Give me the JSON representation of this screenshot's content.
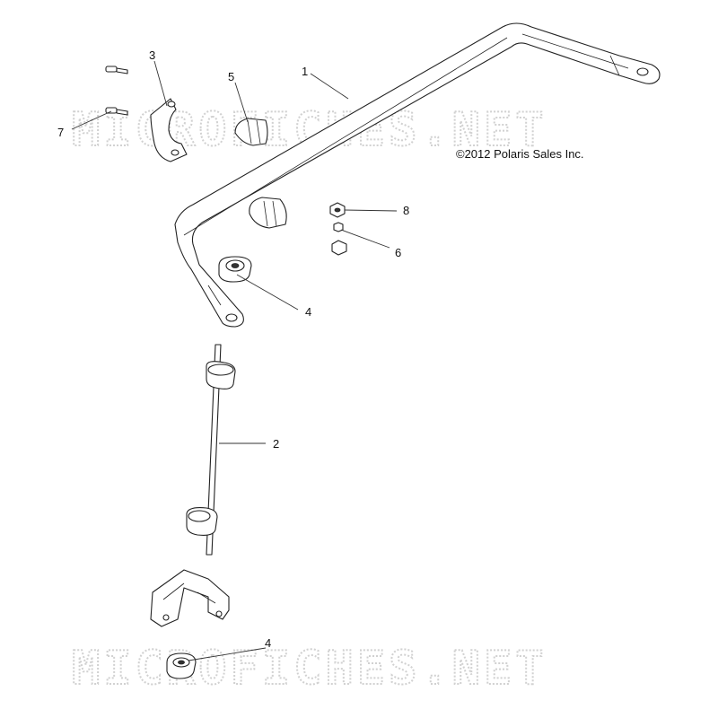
{
  "watermarks": {
    "top": "MICROFICHES.NET",
    "bottom": "MICROFICHES.NET"
  },
  "copyright": "©2012 Polaris Sales Inc.",
  "callouts": {
    "c1": "1",
    "c2": "2",
    "c3": "3",
    "c4a": "4",
    "c4b": "4",
    "c5": "5",
    "c6": "6",
    "c7": "7",
    "c8": "8"
  }
}
